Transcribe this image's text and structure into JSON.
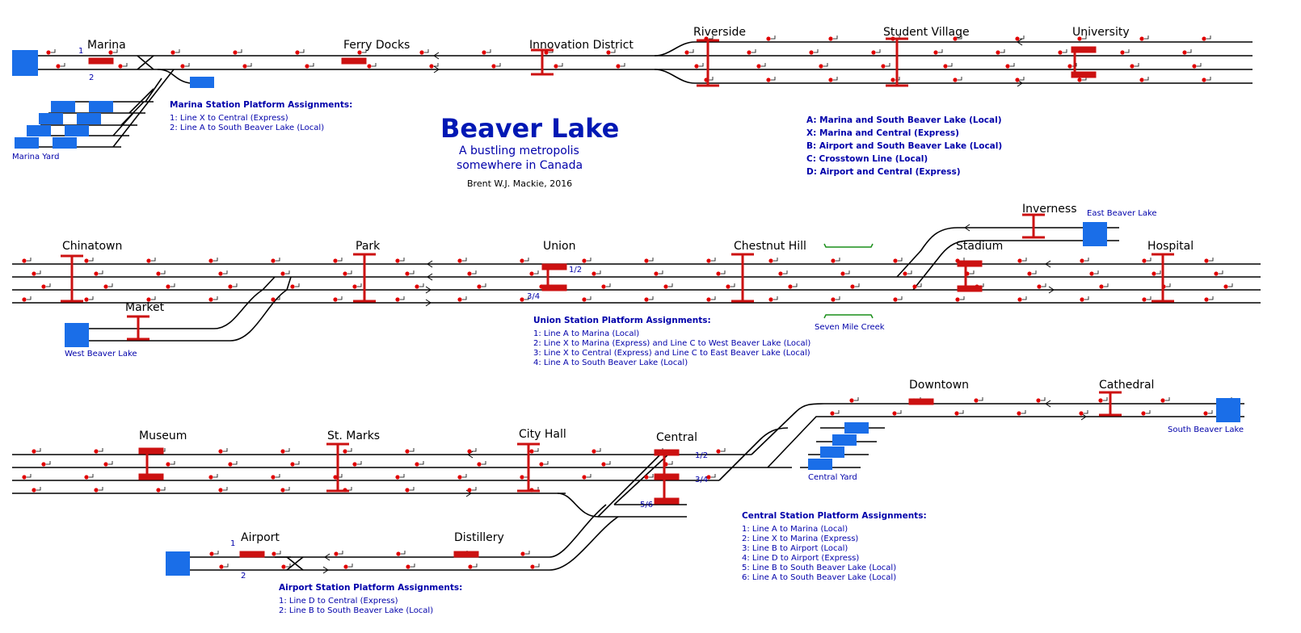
{
  "title": "Beaver Lake",
  "subtitle_line1": "A bustling metropolis",
  "subtitle_line2": "somewhere in Canada",
  "author": "Brent W.J. Mackie, 2016",
  "colors": {
    "track": "#000000",
    "signal": "#e00000",
    "platform": "#cc1111",
    "yard": "#1a6ee8",
    "text_blue": "#0000aa",
    "creek": "#1a8f1a"
  },
  "stations": {
    "marina": "Marina",
    "ferry_docks": "Ferry Docks",
    "innovation_district": "Innovation District",
    "riverside": "Riverside",
    "student_village": "Student Village",
    "university": "University",
    "chinatown": "Chinatown",
    "market": "Market",
    "park": "Park",
    "union": "Union",
    "chestnut_hill": "Chestnut Hill",
    "inverness": "Inverness",
    "stadium": "Stadium",
    "hospital": "Hospital",
    "museum": "Museum",
    "st_marks": "St. Marks",
    "city_hall": "City Hall",
    "central": "Central",
    "downtown": "Downtown",
    "cathedral": "Cathedral",
    "airport": "Airport",
    "distillery": "Distillery"
  },
  "yards": {
    "marina_yard": "Marina Yard",
    "central_yard": "Central Yard",
    "west_beaver_lake": "West Beaver Lake",
    "east_beaver_lake": "East Beaver Lake",
    "south_beaver_lake": "South Beaver Lake"
  },
  "creek": "Seven Mile Creek",
  "platform_labels": {
    "marina_1": "1",
    "marina_2": "2",
    "airport_1": "1",
    "airport_2": "2",
    "union_12": "1/2",
    "union_34": "3/4",
    "central_12": "1/2",
    "central_34": "3/4",
    "central_56": "5/6"
  },
  "lines_legend": [
    "A: Marina and South Beaver Lake (Local)",
    "X: Marina and Central (Express)",
    "B: Airport and South Beaver Lake (Local)",
    "C: Crosstown Line (Local)",
    "D: Airport and Central (Express)"
  ],
  "marina_assign": {
    "title": "Marina Station Platform Assignments:",
    "items": [
      "1: Line X to Central (Express)",
      "2: Line A to South Beaver Lake (Local)"
    ]
  },
  "union_assign": {
    "title": "Union Station Platform Assignments:",
    "items": [
      "1: Line A to Marina (Local)",
      "2: Line X to Marina (Express) and Line C to West Beaver Lake (Local)",
      "3: Line X to Central (Express) and Line C to East Beaver Lake (Local)",
      "4: Line A to South Beaver Lake (Local)"
    ]
  },
  "central_assign": {
    "title": "Central Station Platform Assignments:",
    "items": [
      "1: Line A to Marina (Local)",
      "2: Line X to Marina (Express)",
      "3: Line B to Airport (Local)",
      "4: Line D to Airport (Express)",
      "5: Line B to South Beaver Lake (Local)",
      "6: Line A to South Beaver Lake (Local)"
    ]
  },
  "airport_assign": {
    "title": "Airport Station Platform Assignments:",
    "items": [
      "1: Line D to Central (Express)",
      "2: Line B to South Beaver Lake (Local)"
    ]
  }
}
